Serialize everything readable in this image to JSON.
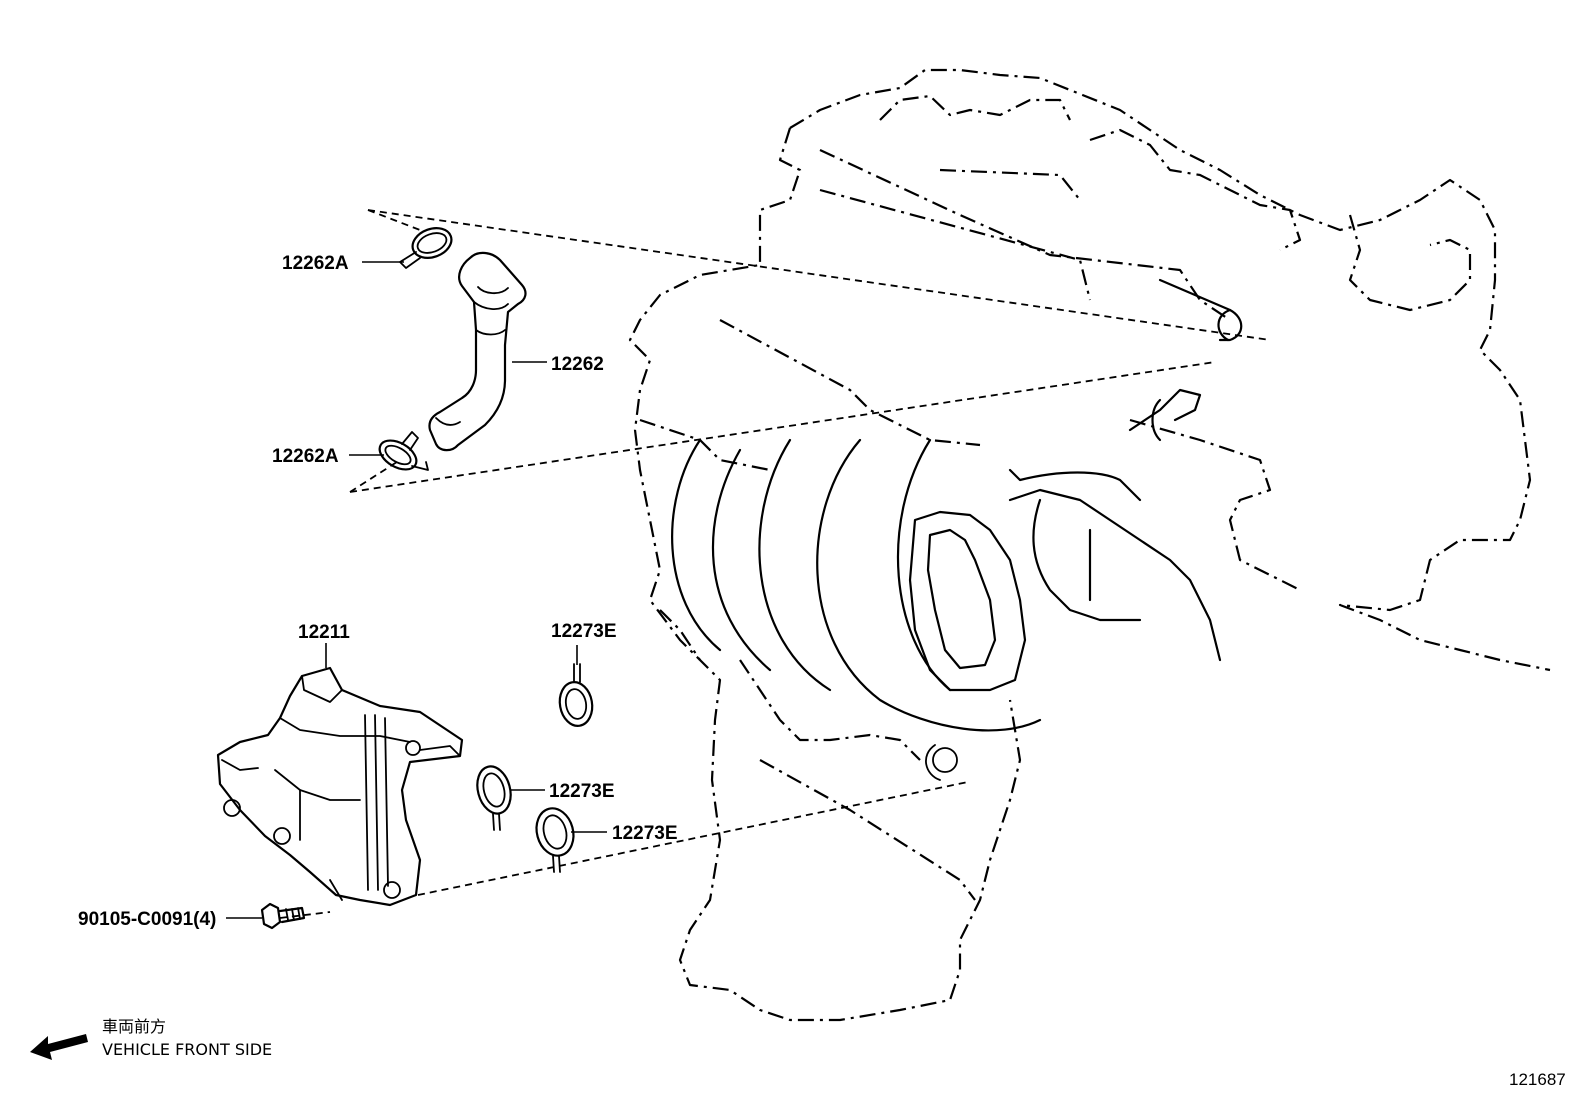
{
  "labels": {
    "hose_clamp_upper": "12262A",
    "hose": "12262",
    "hose_clamp_lower": "12262A",
    "separator": "12211",
    "gasket_top": "12273E",
    "gasket_mid": "12273E",
    "gasket_low": "12273E",
    "bolt": "90105-C0091(4)"
  },
  "orientation": {
    "japanese": "車両前方",
    "english": "VEHICLE FRONT SIDE",
    "icon": "arrow-left-icon"
  },
  "diagram_id": "121687"
}
